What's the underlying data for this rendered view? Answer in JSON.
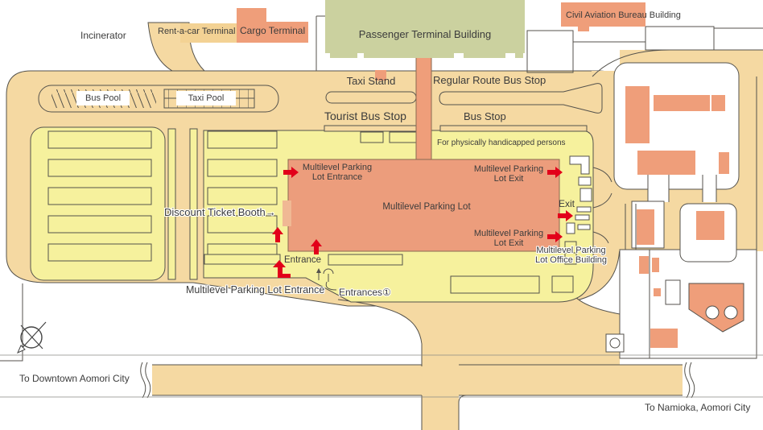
{
  "colors": {
    "road_tan": "#F5D9A2",
    "parking_yellow": "#F6F19D",
    "building_salmon": "#EF9E7A",
    "terminal_green": "#CBD19F",
    "arrow_red": "#E2001A",
    "line_dark": "#54524c"
  },
  "top": {
    "incinerator": "Incinerator",
    "rent_a_car_terminal": "Rent-a-car Terminal",
    "cargo_terminal": "Cargo Terminal",
    "passenger_terminal_building": "Passenger Terminal Building",
    "civil_aviation_bureau_building": "Civil Aviation Bureau Building"
  },
  "curbside": {
    "taxi_stand": "Taxi Stand",
    "regular_route_bus_stop": "Regular Route Bus Stop",
    "tourist_bus_stop": "Tourist Bus Stop",
    "bus_stop": "Bus Stop",
    "bus_pool": "Bus Pool",
    "taxi_pool": "Taxi Pool",
    "handicapped_note": "For physically handicapped persons"
  },
  "parking": {
    "multilevel_lot_label": "Multilevel Parking Lot",
    "entrance_nw": {
      "line1": "Multilevel Parking",
      "line2": "Lot Entrance"
    },
    "exit_ne": {
      "line1": "Multilevel Parking",
      "line2": "Lot Exit"
    },
    "exit_se": {
      "line1": "Multilevel Parking",
      "line2": "Lot Exit"
    },
    "side_exit_label": "Exit",
    "entrance_south_label": "Entrance",
    "lot_entrance_road_label": "Multilevel Parking Lot Entrance",
    "entrances_numbered_label": "Entrances①",
    "discount_ticket_booth_label": "Discount Ticket Booth",
    "discount_arrow": "→",
    "office_building": {
      "line1": "Multilevel Parking",
      "line2": "Lot Office Building"
    }
  },
  "directions": {
    "to_downtown": "To Downtown Aomori City",
    "to_namioka": "To Namioka, Aomori City"
  }
}
